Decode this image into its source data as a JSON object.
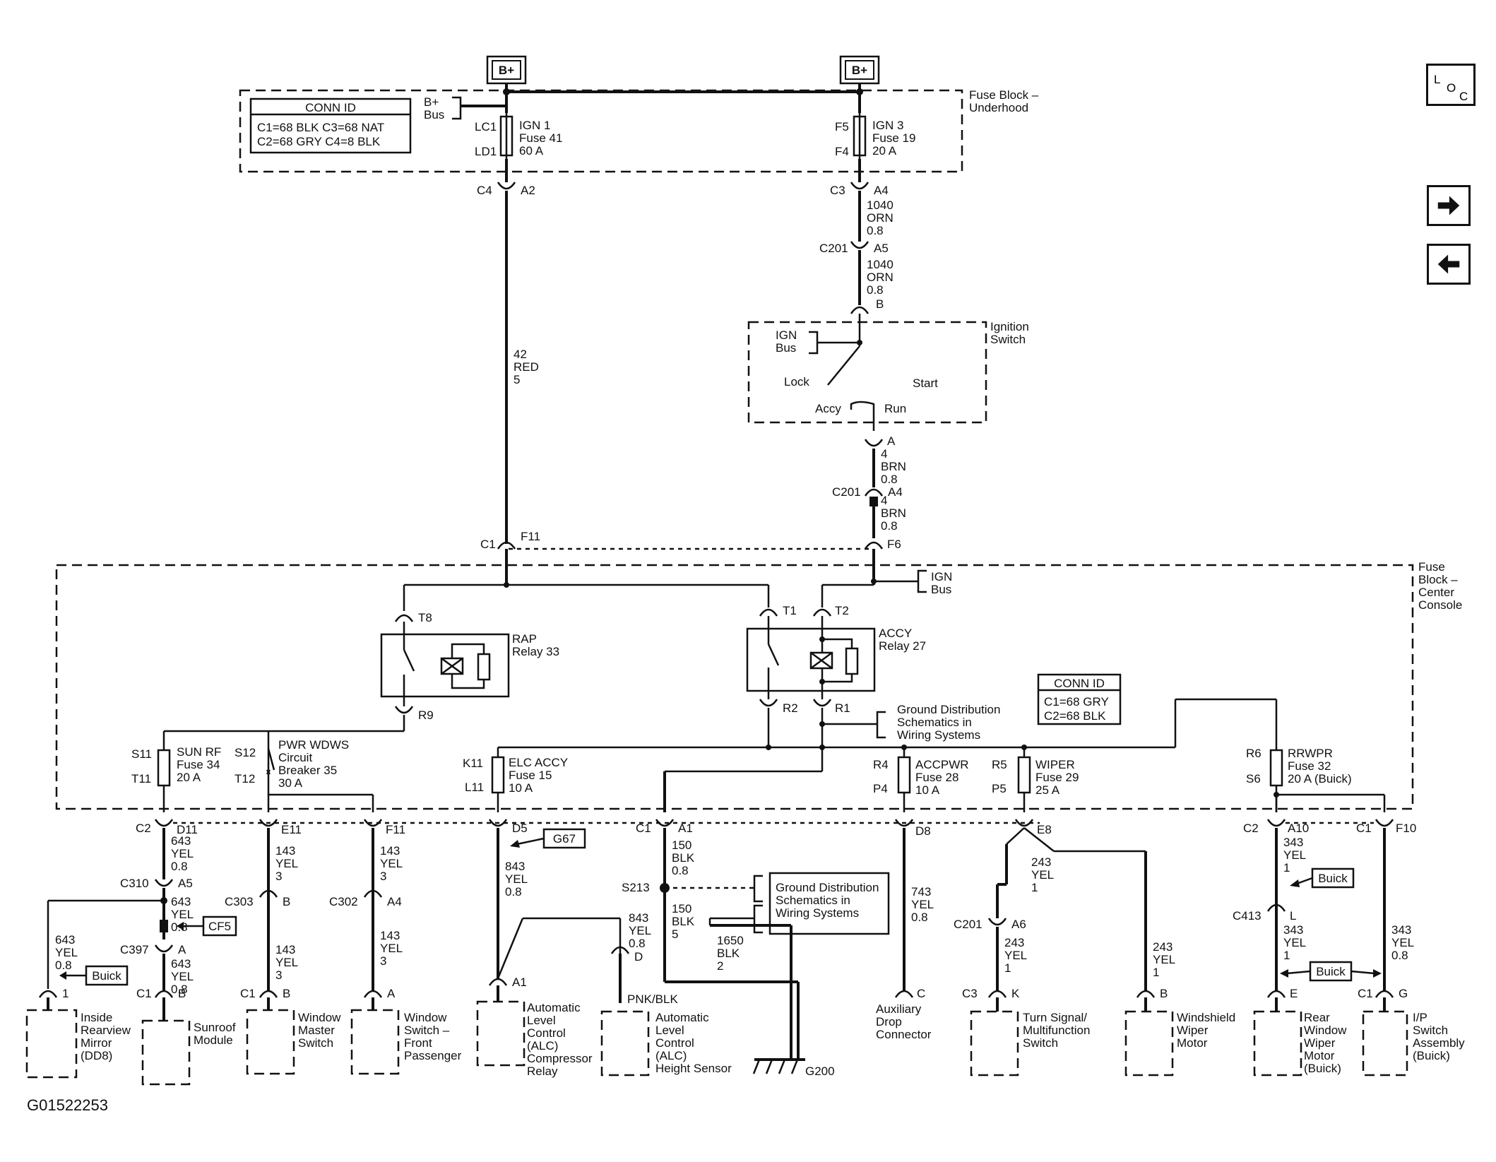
{
  "supply": {
    "left": "B+",
    "right": "B+"
  },
  "underhood": {
    "name": "Fuse Block –\nUnderhood",
    "bus": "B+\nBus",
    "conn_id": {
      "title": "CONN ID",
      "row1": "C1=68 BLK   C3=68 NAT",
      "row2": "C2=68 GRY   C4=8 BLK"
    },
    "fuse1": {
      "top": "LC1",
      "bottom": "LD1",
      "label": "IGN 1\nFuse 41\n60 A"
    },
    "fuse2": {
      "top": "F5",
      "bottom": "F4",
      "label": "IGN 3\nFuse 19\n20 A"
    }
  },
  "connectors_upper": {
    "left": {
      "a": "C4",
      "b": "A2"
    },
    "right": {
      "a": "C3",
      "b": "A4"
    },
    "c201_a5": {
      "a": "C201",
      "b": "A5"
    },
    "ign_b": "B",
    "ign_a": "A",
    "c201_a4": {
      "a": "C201",
      "b": "A4"
    }
  },
  "wires_upper": {
    "red": "42\nRED\n5",
    "orn1": "1040\nORN\n0.8",
    "orn2": "1040\nORN\n0.8",
    "brn1": "4\nBRN\n0.8",
    "brn2": "4\nBRN\n0.8"
  },
  "ignition": {
    "name": "Ignition\nSwitch",
    "bus": "IGN\nBus",
    "lock": "Lock",
    "start": "Start",
    "accy": "Accy",
    "run": "Run"
  },
  "center": {
    "name": "Fuse\nBlock –\nCenter\nConsole",
    "c1_left": "C1",
    "f11_top": "F11",
    "f6": "F6",
    "ign_bus": "IGN\nBus",
    "rap": {
      "t8": "T8",
      "r9": "R9",
      "label": "RAP\nRelay 33"
    },
    "accy": {
      "t1": "T1",
      "t2": "T2",
      "r2": "R2",
      "r1": "R1",
      "label": "ACCY\nRelay 27"
    },
    "ground_ref": "Ground Distribution\nSchematics in\nWiring Systems",
    "conn_id": {
      "title": "CONN ID",
      "row1": "C1=68 GRY",
      "row2": "C2=68 BLK"
    },
    "fuses": [
      {
        "top": "S11",
        "bottom": "T11",
        "label": "SUN RF\nFuse 34\n20 A"
      },
      {
        "top": "S12",
        "bottom": "T12",
        "label": "PWR WDWS\nCircuit\nBreaker 35\n30 A"
      },
      {
        "top": "K11",
        "bottom": "L11",
        "label": "ELC ACCY\nFuse 15\n10 A"
      },
      {
        "top": "R4",
        "bottom": "P4",
        "label": "ACCPWR\nFuse 28\n10 A"
      },
      {
        "top": "R5",
        "bottom": "P5",
        "label": "WIPER\nFuse 29\n25 A"
      },
      {
        "top": "R6",
        "bottom": "S6",
        "label": "RRWPR\nFuse 32\n20 A (Buick)"
      }
    ]
  },
  "lower_connectors": {
    "c2_d11": {
      "a": "C2",
      "b": "D11"
    },
    "e11": "E11",
    "f11": "F11",
    "d5": "D5",
    "c1_a1": {
      "a": "C1",
      "b": "A1"
    },
    "d8": "D8",
    "e8": "E8",
    "c2_a10": {
      "a": "C2",
      "b": "A10"
    },
    "c1_f10": {
      "a": "C1",
      "b": "F10"
    },
    "c310_a5": {
      "a": "C310",
      "b": "A5"
    },
    "c303_b": {
      "a": "C303",
      "b": "B"
    },
    "c302_a4": {
      "a": "C302",
      "b": "A4"
    },
    "c397_a": {
      "a": "C397",
      "b": "A"
    },
    "s213": "S213",
    "c201_a6": {
      "a": "C201",
      "b": "A6"
    },
    "c413_l": {
      "a": "C413",
      "b": "L"
    }
  },
  "wires_lower": {
    "w643a": "643\nYEL\n0.8",
    "w643b": "643\nYEL\n0.8",
    "w643c": "643\nYEL\n0.8",
    "w643d": "643\nYEL\n0.8",
    "w143a": "143\nYEL\n3",
    "w143b": "143\nYEL\n3",
    "w143c": "143\nYEL\n3",
    "w143d": "143\nYEL\n3",
    "w843a": "843\nYEL\n0.8",
    "w843b": "843\nYEL\n0.8",
    "w150a": "150\nBLK\n0.8",
    "w150b": "150\nBLK\n5",
    "w1650": "1650\nBLK\n2",
    "w743": "743\nYEL\n0.8",
    "w243a": "243\nYEL\n1",
    "w243b": "243\nYEL\n1",
    "w243c": "243\nYEL\n1",
    "w343a": "343\nYEL\n1",
    "w343b": "343\nYEL\n1",
    "w343c": "343\nYEL\n0.8",
    "pnk": "PNK/BLK"
  },
  "tags": {
    "g67": "G67",
    "cf5": "CF5",
    "buick1": "Buick",
    "buick2": "Buick",
    "buick3": "Buick"
  },
  "ground_ref2": "Ground Distribution\nSchematics in\nWiring Systems",
  "ground": "G200",
  "components": [
    {
      "pin": "1",
      "conn": "",
      "name": "Inside\nRearview\nMirror\n(DD8)"
    },
    {
      "pin": "B",
      "conn": "C1",
      "name": "Sunroof\nModule"
    },
    {
      "pin": "B",
      "conn": "C1",
      "name": "Window\nMaster\nSwitch"
    },
    {
      "pin": "A",
      "conn": "",
      "name": "Window\nSwitch –\nFront\nPassenger"
    },
    {
      "pin": "A1",
      "conn": "",
      "name": "Automatic\nLevel\nControl\n(ALC)\nCompressor\nRelay"
    },
    {
      "pin": "D",
      "conn": "",
      "name": "Automatic\nLevel\nControl\n(ALC)\nHeight Sensor"
    },
    {
      "pin": "C",
      "conn": "",
      "name": "Auxiliary\nDrop\nConnector"
    },
    {
      "pin": "K",
      "conn": "C3",
      "name": "Turn Signal/\nMultifunction\nSwitch"
    },
    {
      "pin": "B",
      "conn": "",
      "name": "Windshield\nWiper\nMotor"
    },
    {
      "pin": "E",
      "conn": "",
      "name": "Rear\nWindow\nWiper\nMotor\n(Buick)"
    },
    {
      "pin": "G",
      "conn": "C1",
      "name": "I/P\nSwitch\nAssembly\n(Buick)"
    }
  ],
  "figure_id": "G01522253",
  "nav": {
    "loc_l": "L",
    "loc_o": "O",
    "loc_c": "C"
  }
}
